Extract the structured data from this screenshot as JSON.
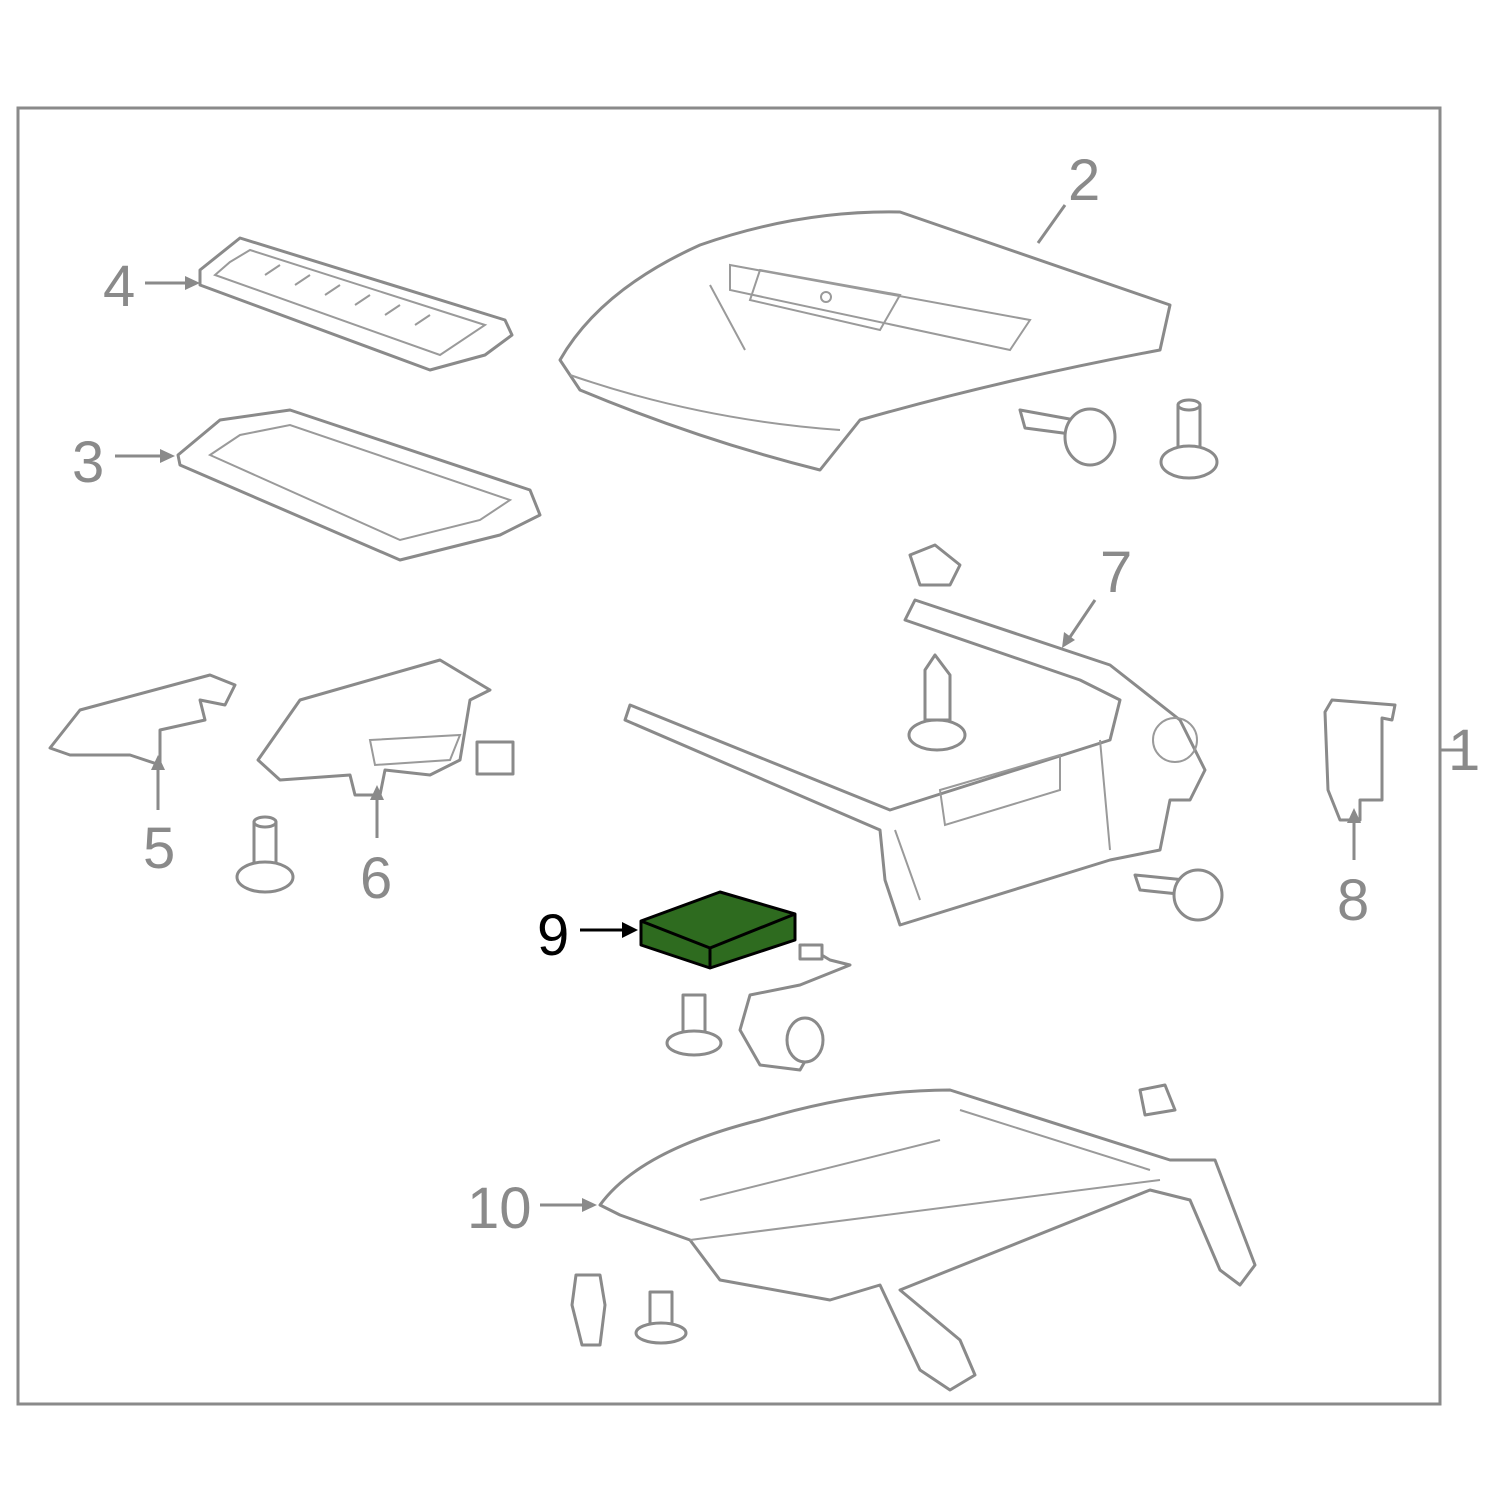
{
  "diagram": {
    "callouts": [
      {
        "id": "1",
        "label": "1"
      },
      {
        "id": "2",
        "label": "2"
      },
      {
        "id": "3",
        "label": "3"
      },
      {
        "id": "4",
        "label": "4"
      },
      {
        "id": "5",
        "label": "5"
      },
      {
        "id": "6",
        "label": "6"
      },
      {
        "id": "7",
        "label": "7"
      },
      {
        "id": "8",
        "label": "8"
      },
      {
        "id": "9",
        "label": "9"
      },
      {
        "id": "10",
        "label": "10"
      }
    ],
    "highlighted_part": "9",
    "colors": {
      "highlight": "#2e6b1f",
      "line": "#8a8a8a",
      "frame": "#8a8a8a"
    }
  }
}
